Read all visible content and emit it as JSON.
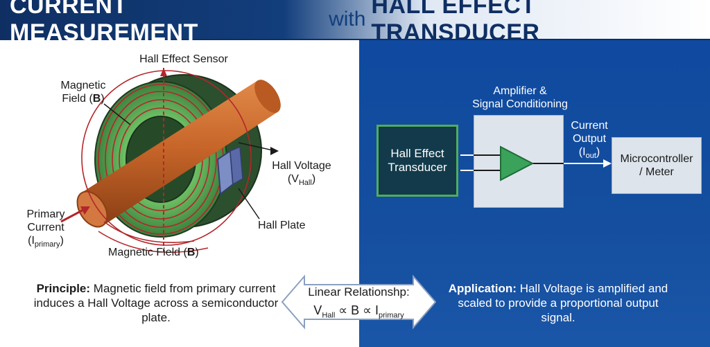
{
  "title": {
    "part1": "CURRENT MEASUREMENT",
    "part2": "with",
    "part3": "HALL EFFECT TRANSDUCER"
  },
  "left_diagram": {
    "sensor_label": "Hall Effect Sensor",
    "mag_field_top_line1": "Magnetic",
    "mag_field_top_line2": "Field (",
    "mag_field_symbol": "B",
    "mag_field_close": ")",
    "hall_voltage_line1": "Hall Voltage",
    "hall_voltage_symbol": "V",
    "hall_voltage_sub": "Hall",
    "hall_plate": "Hall Plate",
    "primary_line1": "Primary",
    "primary_line2": "Current",
    "primary_symbol": "I",
    "primary_sub": "primary",
    "mag_field_bottom": "Magnetic Field (",
    "mag_field_bottom_symbol": "B",
    "mag_field_bottom_close": ")"
  },
  "right_diagram": {
    "transducer_line1": "Hall Effect",
    "transducer_line2": "Transducer",
    "amp_line1": "Amplifier &",
    "amp_line2": "Signal Conditioning",
    "output_line1": "Current",
    "output_line2": "Output",
    "output_symbol": "I",
    "output_sub": "out",
    "mcu_line1": "Microcontroller",
    "mcu_line2": "/ Meter"
  },
  "principle": {
    "heading": "Principle:",
    "text": "Magnetic field from primary current induces a Hall Voltage across a semiconductor plate."
  },
  "linear": {
    "heading": "Linear Relationshp:",
    "v": "V",
    "v_sub": "Hall",
    "prop1": " ∝ B ∝ ",
    "i": "I",
    "i_sub": "primary"
  },
  "application": {
    "heading": "Application:",
    "text": "Hall Voltage is amplified and scaled to provide a proportional output signal."
  },
  "colors": {
    "copper": "#c8662a",
    "core": "#2f5a32",
    "ring_green": "#5fb05a",
    "field_red": "#b3262b",
    "panel_blue": "#154e9e",
    "amp_green": "#3aa25a"
  }
}
